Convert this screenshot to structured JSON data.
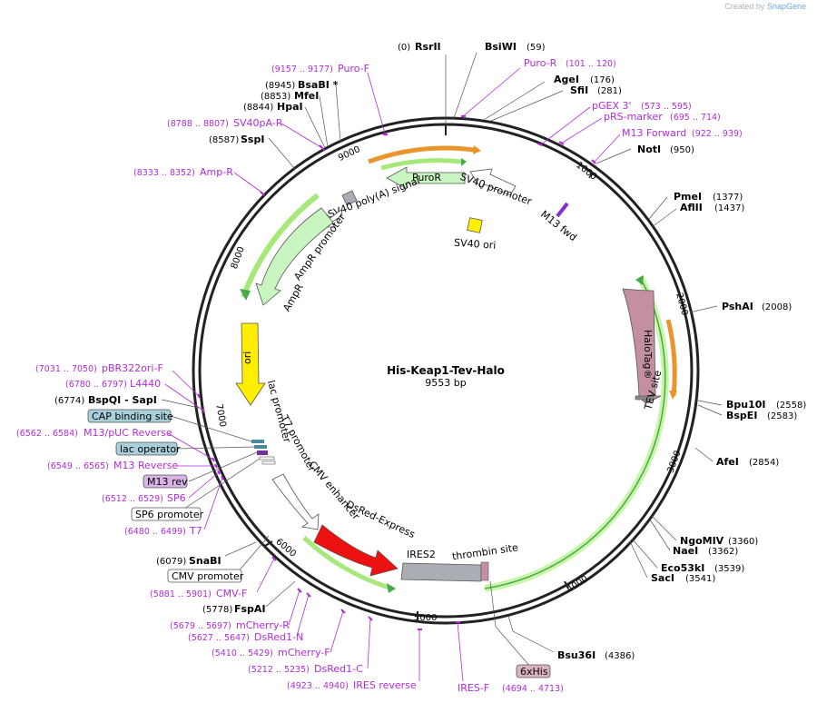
{
  "credit": {
    "prefix": "Created by",
    "brand": "SnapGene"
  },
  "plasmid": {
    "name": "His-Keap1-Tev-Halo",
    "size": "9553 bp"
  },
  "scale_ticks": [
    "1000",
    "2000",
    "3000",
    "4000",
    "5000",
    "6000",
    "7000",
    "8000",
    "9000"
  ],
  "enzymes": [
    {
      "name": "RsrII",
      "pos": "(0)"
    },
    {
      "name": "BsiWI",
      "pos": "(59)"
    },
    {
      "name": "AgeI",
      "pos": "(176)"
    },
    {
      "name": "SfiI",
      "pos": "(281)"
    },
    {
      "name": "NotI",
      "pos": "(950)"
    },
    {
      "name": "PmeI",
      "pos": "(1377)"
    },
    {
      "name": "AflII",
      "pos": "(1437)"
    },
    {
      "name": "PshAI",
      "pos": "(2008)"
    },
    {
      "name": "Bpu10I",
      "pos": "(2558)"
    },
    {
      "name": "BspEI",
      "pos": "(2583)"
    },
    {
      "name": "AfeI",
      "pos": "(2854)"
    },
    {
      "name": "NgoMIV",
      "pos": "(3360)"
    },
    {
      "name": "NaeI",
      "pos": "(3362)"
    },
    {
      "name": "Eco53kI",
      "pos": "(3539)"
    },
    {
      "name": "SacI",
      "pos": "(3541)"
    },
    {
      "name": "Bsu36I",
      "pos": "(4386)"
    },
    {
      "name": "FspAI",
      "pos": "(5778)"
    },
    {
      "name": "SnaBI",
      "pos": "(6079)"
    },
    {
      "name": "BspQI - SapI",
      "pos": "(6774)"
    },
    {
      "name": "SspI",
      "pos": "(8587)"
    },
    {
      "name": "HpaI",
      "pos": "(8844)"
    },
    {
      "name": "MfeI",
      "pos": "(8853)"
    },
    {
      "name": "BsaBI *",
      "pos": "(8945)"
    }
  ],
  "primers": [
    {
      "name": "Puro-F",
      "pos": "(9157 .. 9177)"
    },
    {
      "name": "Puro-R",
      "pos": "(101 .. 120)"
    },
    {
      "name": "pGEX 3'",
      "pos": "(573 .. 595)"
    },
    {
      "name": "pRS-marker",
      "pos": "(695 .. 714)"
    },
    {
      "name": "M13 Forward",
      "pos": "(922 .. 939)"
    },
    {
      "name": "SV40pA-R",
      "pos": "(8788 .. 8807)"
    },
    {
      "name": "Amp-R",
      "pos": "(8333 .. 8352)"
    },
    {
      "name": "pBR322ori-F",
      "pos": "(7031 .. 7050)"
    },
    {
      "name": "L4440",
      "pos": "(6780 .. 6797)"
    },
    {
      "name": "M13/pUC Reverse",
      "pos": "(6562 .. 6584)"
    },
    {
      "name": "M13 Reverse",
      "pos": "(6549 .. 6565)"
    },
    {
      "name": "SP6",
      "pos": "(6512 .. 6529)"
    },
    {
      "name": "T7",
      "pos": "(6480 .. 6499)"
    },
    {
      "name": "CMV-F",
      "pos": "(5881 .. 5901)"
    },
    {
      "name": "mCherry-R",
      "pos": "(5679 .. 5697)"
    },
    {
      "name": "DsRed1-N",
      "pos": "(5627 .. 5647)"
    },
    {
      "name": "mCherry-F",
      "pos": "(5410 .. 5429)"
    },
    {
      "name": "DsRed1-C",
      "pos": "(5212 .. 5235)"
    },
    {
      "name": "IRES reverse",
      "pos": "(4923 .. 4940)"
    },
    {
      "name": "IRES-F",
      "pos": "(4694 .. 4713)"
    }
  ],
  "boxed_features": [
    {
      "name": "CAP binding site",
      "color": "#a8d0da"
    },
    {
      "name": "lac operator",
      "color": "#a8d0da"
    },
    {
      "name": "M13 rev",
      "color": "#d9b3e6"
    },
    {
      "name": "SP6 promoter",
      "color": "#ffffff"
    },
    {
      "name": "CMV promoter",
      "color": "#ffffff"
    },
    {
      "name": "6xHis",
      "color": "#d9b3c1"
    }
  ],
  "features": {
    "puror": "PuroR",
    "sv40_promoter": "SV40 promoter",
    "sv40_polya": "SV40 poly(A) signal",
    "sv40_ori": "SV40 ori",
    "m13_fwd": "M13 fwd",
    "ampr_promoter": "AmpR promoter",
    "ampr": "AmpR",
    "ori": "ori",
    "lac_promoter": "lac promoter",
    "t7_promoter": "T7 promoter",
    "cmv_enhancer": "CMV enhancer",
    "dsred": "DsRed-Express",
    "ires2": "IRES2",
    "thrombin": "thrombin site",
    "halotag": "HaloTag®",
    "tev": "TEV site"
  },
  "colors": {
    "backbone": "#222222",
    "primer": "#b12cd8",
    "orf_green": "#c8f5c0",
    "orf_highlight": "#a6e87a",
    "orange": "#e8962c",
    "ori_yellow": "#ffee00",
    "dsred": "#ee1111",
    "ires": "#a8aeb3",
    "halotag": "#c48fa3"
  }
}
